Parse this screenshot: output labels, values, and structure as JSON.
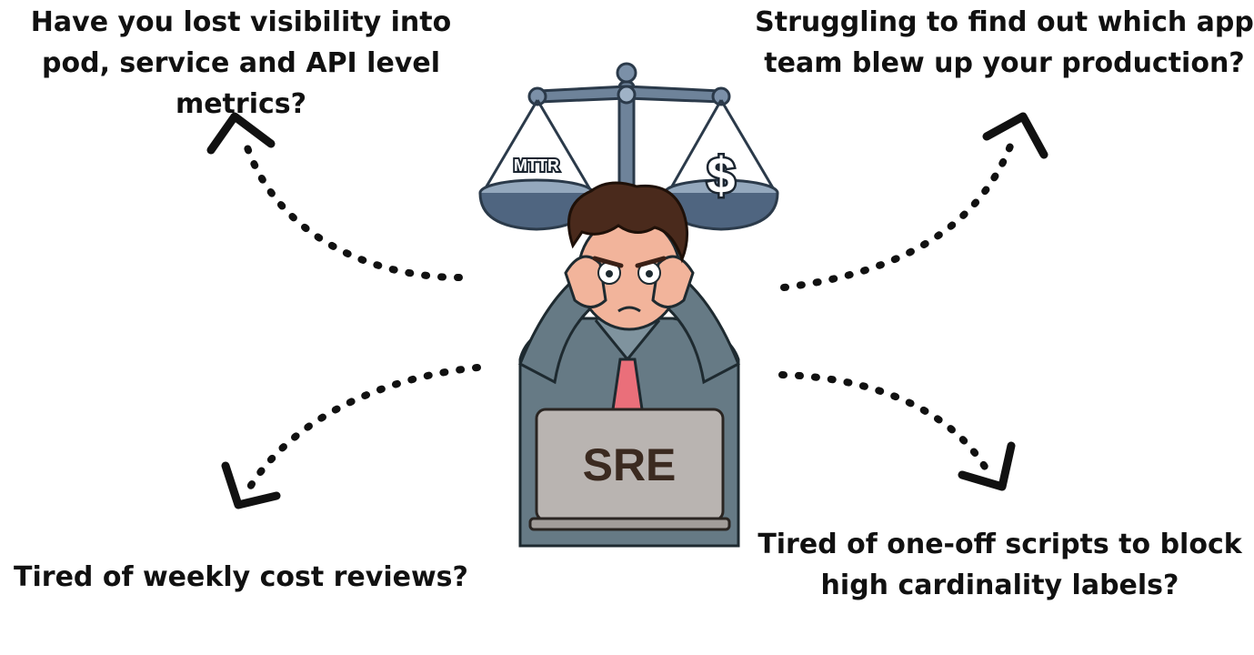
{
  "questions": {
    "top_left": "Have you lost visibility into pod, service and API level metrics?",
    "top_right": "Struggling to find out which app team blew up your production?",
    "bottom_left": "Tired of weekly cost reviews?",
    "bottom_right": "Tired of one-off scripts to block high cardinality labels?"
  },
  "illustration": {
    "scale_left_label": "MTTR",
    "scale_right_label": "$",
    "laptop_label": "SRE"
  },
  "colors": {
    "text": "#111111",
    "scale_metal": "#5b7189",
    "shirt": "#667a85",
    "tie": "#ea6f7a",
    "skin": "#f2b49b",
    "hair": "#4a2a1c",
    "laptop": "#b9b4b1"
  }
}
